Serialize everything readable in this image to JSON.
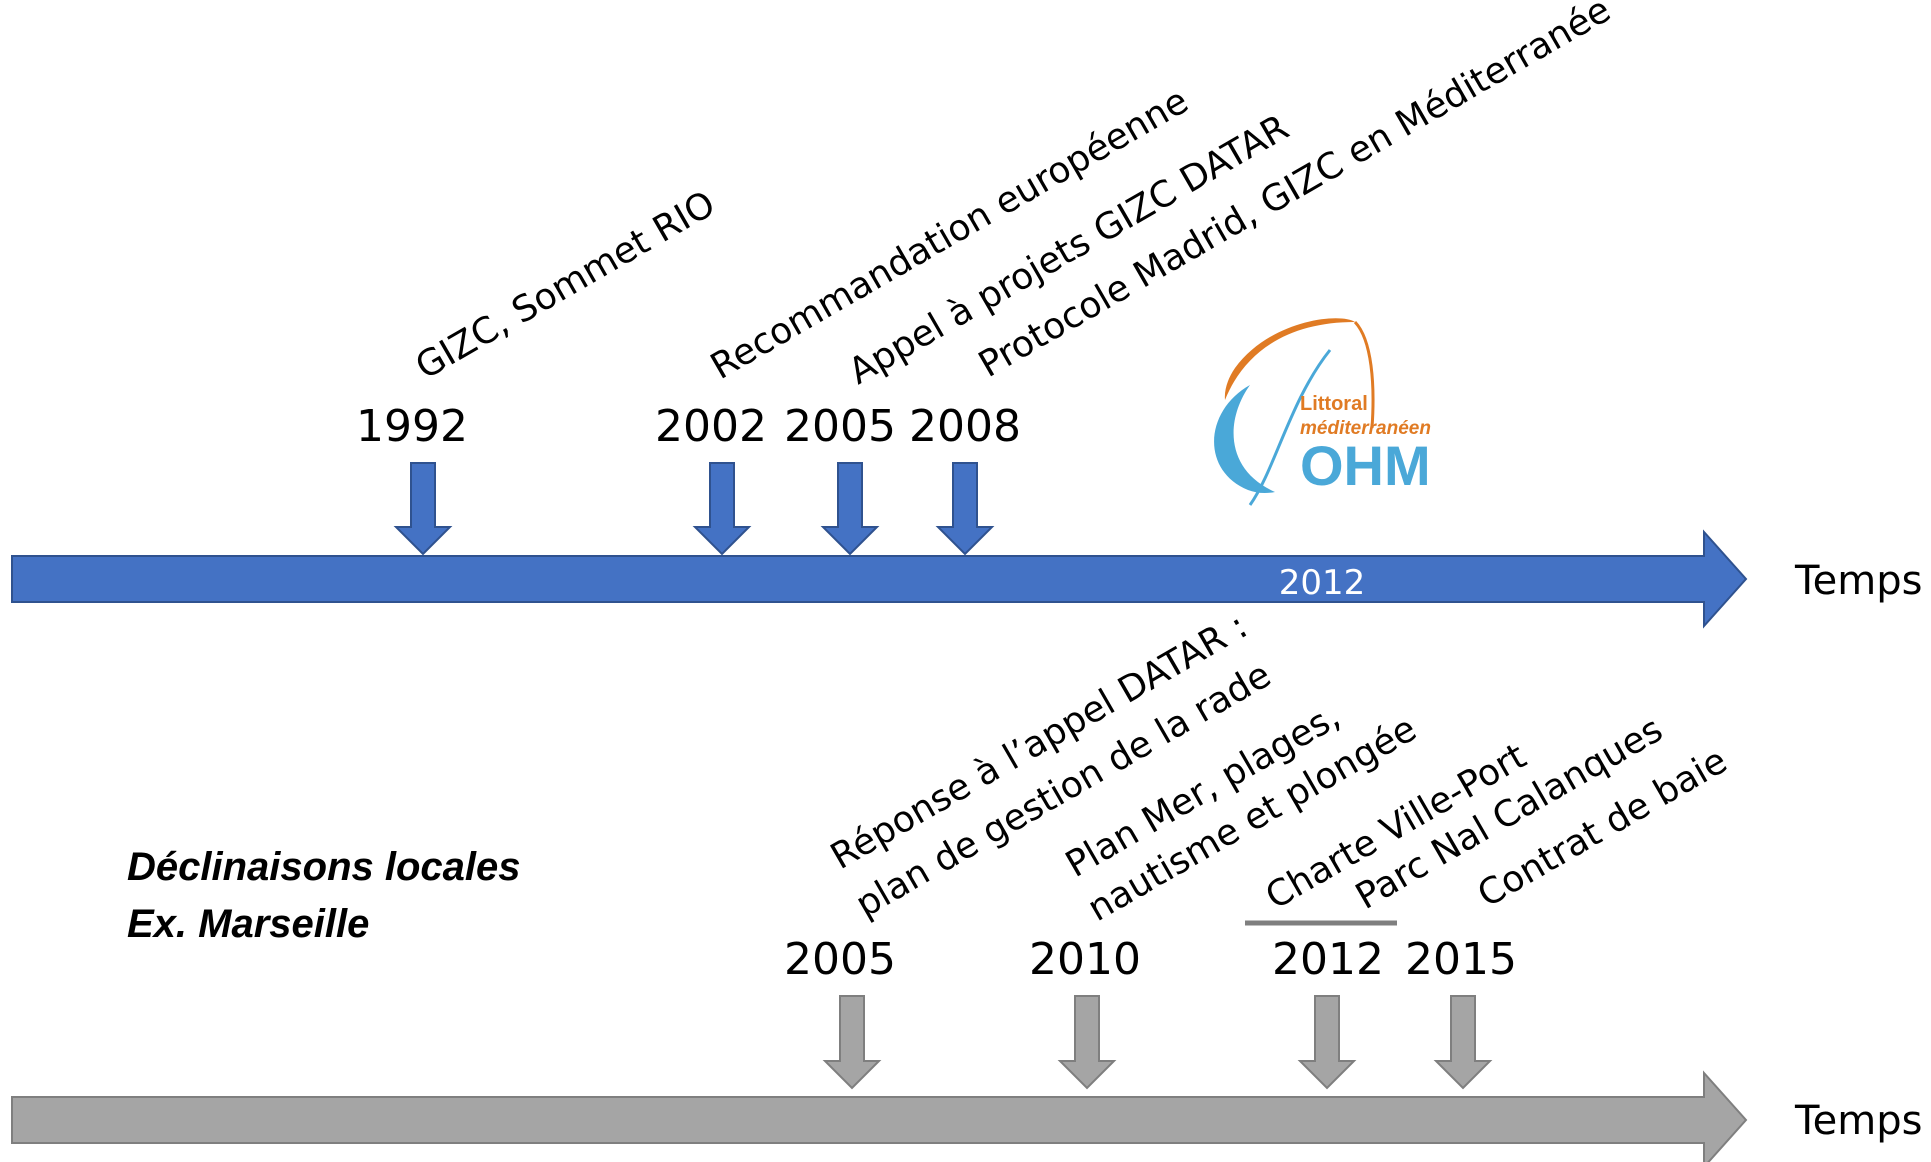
{
  "colors": {
    "global_axis": "#4472c4",
    "global_axis_stroke": "#2f528f",
    "local_axis": "#a5a5a5",
    "local_axis_stroke": "#7f7f7f",
    "logo_orange": "#e07b24",
    "logo_blue": "#4aa8d8"
  },
  "global_timeline": {
    "axis_label": "Temps",
    "bar_year": "2012",
    "events": [
      {
        "year": "1992",
        "label": "GIZC, Sommet RIO"
      },
      {
        "year": "2002",
        "label": "Recommandation européenne"
      },
      {
        "year": "2005",
        "label": "Appel à projets GIZC DATAR"
      },
      {
        "year": "2008",
        "label": "Protocole Madrid, GIZC en Méditerranée"
      }
    ]
  },
  "logo": {
    "line1": "Littoral",
    "line2": "méditerranéen",
    "line3": "OHM"
  },
  "local_timeline": {
    "heading_line1": "Déclinaisons locales",
    "heading_line2": "Ex. Marseille",
    "axis_label": "Temps",
    "events": [
      {
        "year": "2005",
        "label_line1": "Réponse à l’appel DATAR :",
        "label_line2": "plan de gestion de la rade"
      },
      {
        "year": "2010",
        "label_line1": "Plan Mer, plages,",
        "label_line2": "nautisme et plongée"
      },
      {
        "year": "2012",
        "label_line1": "Charte Ville-Port",
        "label_line2": "Parc Nal Calanques"
      },
      {
        "year": "2015",
        "label_line1": "Contrat de baie",
        "label_line2": ""
      }
    ]
  }
}
